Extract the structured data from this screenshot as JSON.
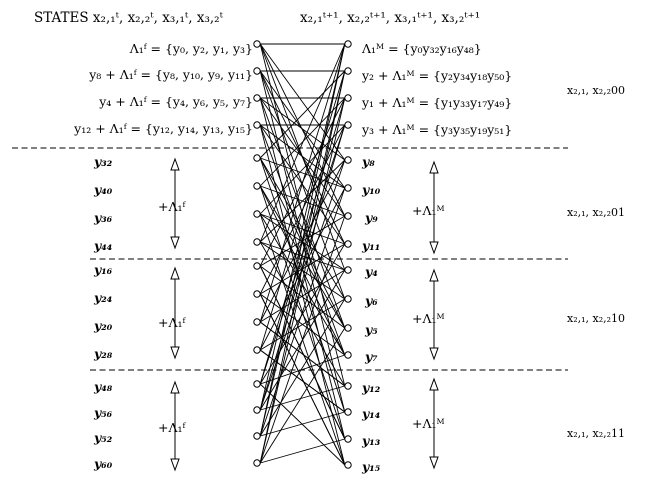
{
  "header": {
    "left": "STATES x₂,₁ᵗ, x₂,₂ᵗ, x₃,₁ᵗ, x₃,₂ᵗ",
    "right": "x₂,₁ᵗ⁺¹, x₂,₂ᵗ⁺¹, x₃,₁ᵗ⁺¹, x₃,₂ᵗ⁺¹"
  },
  "left_blocks": [
    {
      "set_labels": [
        "Λ₁ᶠ = {y₀, y₂, y₁, y₃}",
        "y₈ + Λ₁ᶠ = {y₈, y₁₀, y₉, y₁₁}",
        "y₄ + Λ₁ᶠ = {y₄, y₆, y₅, y₇}",
        "y₁₂ + Λ₁ᶠ = {y₁₂, y₁₄, y₁₃, y₁₅}"
      ]
    },
    {
      "states": [
        "y₃₂",
        "y₄₀",
        "y₃₆",
        "y₄₄"
      ],
      "shift": "+Λ₁ᶠ"
    },
    {
      "states": [
        "y₁₆",
        "y₂₄",
        "y₂₀",
        "y₂₈"
      ],
      "shift": "+Λ₁ᶠ"
    },
    {
      "states": [
        "y₄₈",
        "y₅₆",
        "y₅₂",
        "y₆₀"
      ],
      "shift": "+Λ₁ᶠ"
    }
  ],
  "right_blocks": [
    {
      "set_labels": [
        "Λ₁ᴹ = {y₀y₃₂y₁₆y₄₈}",
        "y₂ + Λ₁ᴹ = {y₂y₃₄y₁₈y₅₀}",
        "y₁ + Λ₁ᴹ = {y₁y₃₃y₁₇y₄₉}",
        "y₃ + Λ₁ᴹ = {y₃y₃₅y₁₉y₅₁}"
      ],
      "side": "x₂,₁, x₂,₂00"
    },
    {
      "states": [
        "y₈",
        "y₁₀",
        "y₉",
        "y₁₁"
      ],
      "shift": "+Λ₁ᴹ",
      "side": "x₂,₁, x₂,₂01"
    },
    {
      "states": [
        "y₄",
        "y₆",
        "y₅",
        "y₇"
      ],
      "shift": "+Λ₁ᴹ",
      "side": "x₂,₁, x₂,₂10"
    },
    {
      "states": [
        "y₁₂",
        "y₁₄",
        "y₁₃",
        "y₁₅"
      ],
      "shift": "+Λ₁ᴹ",
      "side": "x₂,₁, x₂,₂11"
    }
  ]
}
